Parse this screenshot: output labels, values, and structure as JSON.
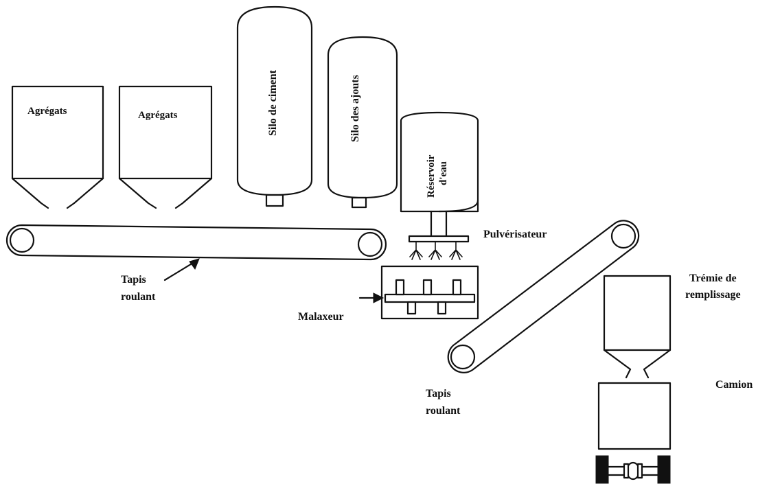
{
  "labels": {
    "aggregates_1": "Agrégats",
    "aggregates_2": "Agrégats",
    "cement_silo": "Silo de ciment",
    "additives_silo": "Silo des ajouts",
    "water_tank_line1": "Réservoir",
    "water_tank_line2": "d'eau",
    "sprayer": "Pulvérisateur",
    "conveyor_1_line1": "Tapis",
    "conveyor_1_line2": "roulant",
    "mixer": "Malaxeur",
    "conveyor_2_line1": "Tapis",
    "conveyor_2_line2": "roulant",
    "hopper_line1": "Trémie de",
    "hopper_line2": "remplissage",
    "truck": "Camion"
  }
}
